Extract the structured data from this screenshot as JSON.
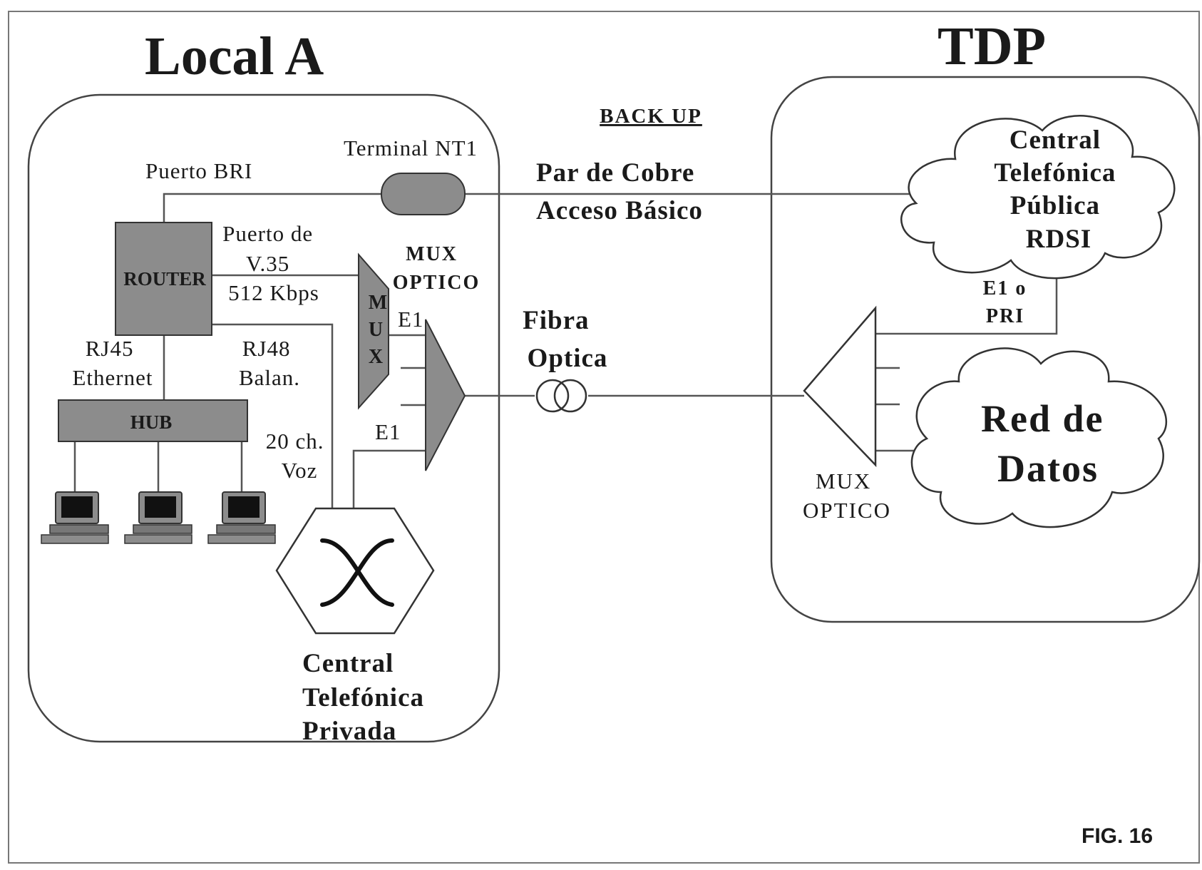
{
  "regions": {
    "local": "Local A",
    "tdp": "TDP"
  },
  "labels": {
    "backup": "BACK UP",
    "puerto_bri": "Puerto BRI",
    "terminal_nt1": "Terminal NT1",
    "par_cobre": [
      "Par de Cobre",
      "Acceso Básico"
    ],
    "puerto_v35": [
      "Puerto de",
      "V.35",
      "512 Kbps"
    ],
    "rj45": [
      "RJ45",
      "Ethernet"
    ],
    "rj48": [
      "RJ48",
      "Balan."
    ],
    "voz": [
      "20 ch.",
      "Voz"
    ],
    "e1_top": "E1",
    "e1_bottom": "E1",
    "mux_optico_local": [
      "MUX",
      "OPTICO"
    ],
    "mux_optico_tdp": [
      "MUX",
      "OPTICO"
    ],
    "fibra": [
      "Fibra",
      "Optica"
    ],
    "e1_pri": [
      "E1 o",
      "PRI"
    ],
    "central_privada": [
      "Central",
      "Telefónica",
      "Privada"
    ],
    "fig": "FIG. 16"
  },
  "nodes": {
    "router": "ROUTER",
    "hub": "HUB",
    "mux_letters": [
      "M",
      "U",
      "X"
    ],
    "central_publica": [
      "Central",
      "Telefónica",
      "Pública",
      "RDSI"
    ],
    "red_datos": [
      "Red de",
      "Datos"
    ]
  },
  "colors": {
    "device_fill": "#8c8c8c",
    "line": "#555555",
    "text": "#1a1a1a"
  }
}
